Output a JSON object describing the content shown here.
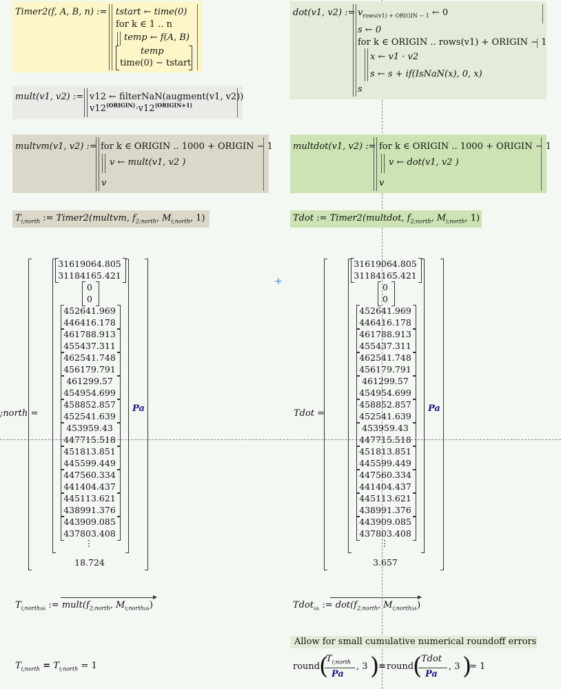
{
  "timer2": {
    "signature": "Timer2(f, A, B, n) :=",
    "line1": "tstart ← time(0)",
    "line2": "for k ∈ 1 .. n",
    "line3": "temp ← f(A, B)",
    "result_top": "temp",
    "result_bottom": "time(0) − tstart"
  },
  "mult": {
    "signature": "mult(v1, v2) :=",
    "line1": "v12 ← filterNaN(augment(v1, v2))",
    "line2_a": "v12",
    "line2_sup1": "⟨ORIGIN⟩",
    "line2_dot": "·",
    "line2_b": "v12",
    "line2_sup2": "⟨ORIGIN+1⟩"
  },
  "multvm": {
    "signature": "multvm(v1, v2) :=",
    "line1": "for k ∈ ORIGIN .. 1000 + ORIGIN − 1",
    "line2": "v ← mult(v1, v2 )",
    "line3": "v"
  },
  "dot": {
    "signature": "dot(v1, v2) :=",
    "line1_v": "v",
    "line1_sub": "rows(v1) + ORIGIN − 1",
    "line1_rest": "← 0",
    "line2": "s ← 0",
    "line3": "for k ∈ ORIGIN .. rows(v1) + ORIGIN − 1",
    "line4": "x ← v1 · v2",
    "line5": "s ← s + if(IsNaN(x), 0, x)",
    "line6": "s"
  },
  "multdot": {
    "signature": "multdot(v1, v2) :=",
    "line1": "for k ∈ ORIGIN .. 1000 + ORIGIN − 1",
    "line2": "v ← dot(v1, v2 )",
    "line3": "v"
  },
  "assign_left": "T   := Timer2(multvm, f   , M   , 1)",
  "assign_left_parts": {
    "name": "T",
    "sub": "i;north",
    "op": ":=",
    "call": "Timer2(multvm, f",
    "f_sub": "2;north",
    "m": ", M",
    "m_sub": "i;north",
    "end": ", 1)"
  },
  "assign_right_parts": {
    "name": "Tdot",
    "op": ":=",
    "call": "Timer2(multdot, f",
    "f_sub": "2;north",
    "m": ", M",
    "m_sub": "i;north",
    "end": ", 1)"
  },
  "left_result_label": ";north =",
  "right_result_label": "Tdot =",
  "unit": "Pa",
  "first_pair": [
    "31619064.805",
    "31184165.421"
  ],
  "zero_pair": [
    "0",
    "0"
  ],
  "pairs": [
    [
      "452641.969",
      "446416.178"
    ],
    [
      "461788.913",
      "455437.311"
    ],
    [
      "462541.748",
      "456179.791"
    ],
    [
      "461299.57",
      "454954.699"
    ],
    [
      "458852.857",
      "452541.639"
    ],
    [
      "453959.43",
      "447715.518"
    ],
    [
      "451813.851",
      "445599.449"
    ],
    [
      "447560.334",
      "441404.437"
    ],
    [
      "445113.621",
      "438991.376"
    ],
    [
      "443909.085",
      "437803.408"
    ]
  ],
  "vdots": "⋮",
  "left_time": "18.724",
  "right_time": "3.657",
  "vec_left": {
    "name": "T",
    "sub": "i;north",
    "subsub": "u",
    "subsubk": "k",
    "op": ":=",
    "expr": "mult(f",
    "f_sub": "2;north",
    "m": ", M",
    "m_sub": "i;north",
    "m_subsub": "u",
    "m_subsubk": "k",
    "end": ")"
  },
  "vec_right": {
    "name": "Tdot",
    "subsub": "u",
    "subsubk": "k",
    "op": ":=",
    "expr": "dot(f",
    "f_sub": "2;north",
    "m": ", M",
    "m_sub": "i;north",
    "m_subsub": "u",
    "m_subsubk": "k",
    "end": ")"
  },
  "note": "Allow for small cumulative numerical roundoff errors",
  "eq_left": {
    "a": "T",
    "a_sub": "i;north",
    "eq1": "=",
    "b": "T",
    "b_sub": "i;north",
    "eq2": "= 1"
  },
  "eq_right": {
    "round": "round",
    "num1": "T",
    "num1_sub": "i;north",
    "den": "Pa",
    "three": ", 3",
    "eq": "=",
    "round2": "round",
    "num2": "Tdot",
    "three2": ", 3",
    "eq2": "= 1"
  },
  "colors": {
    "yellow": "#fdf6c8",
    "grey": "#ebeae6",
    "taupe": "#dbd8ca",
    "lightgreen": "#e2ecd8",
    "green": "#cde3b4",
    "note": "#e2ecd8",
    "unit": "#1b1b7a"
  }
}
